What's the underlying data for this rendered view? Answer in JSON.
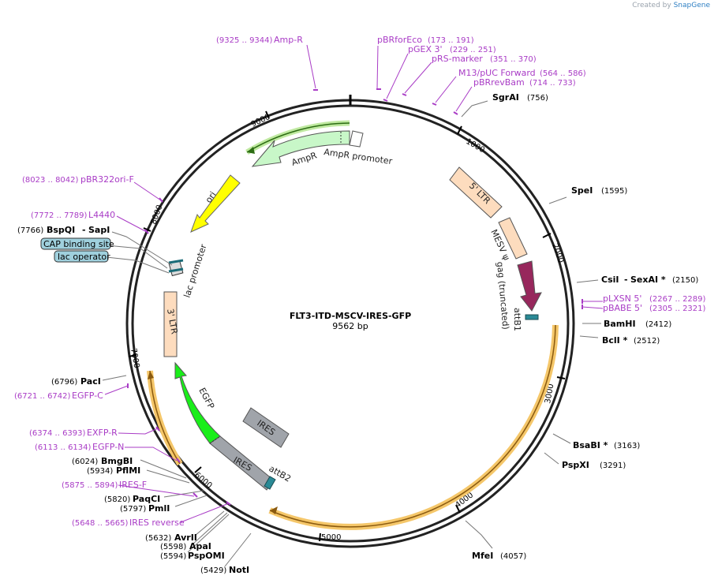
{
  "credit": {
    "prefix": "Created by",
    "brand": "SnapGene"
  },
  "plasmid": {
    "name": "FLT3-ITD-MSCV-IRES-GFP",
    "length_label": "9562 bp"
  },
  "ticks": [
    "1000",
    "2000",
    "3000",
    "4000",
    "5000",
    "6000",
    "7000",
    "8000",
    "9000"
  ],
  "enzymes": [
    {
      "name": "SgrAI",
      "pos": "(756)"
    },
    {
      "name": "SpeI",
      "pos": "(1595)"
    },
    {
      "name": "CsiI",
      "sep": "-",
      "name2": "SexAI *",
      "pos": "(2150)"
    },
    {
      "name": "BamHI",
      "pos": "(2412)"
    },
    {
      "name": "BclI *",
      "pos": "(2512)"
    },
    {
      "name": "BsaBI *",
      "pos": "(3163)"
    },
    {
      "name": "PspXI",
      "pos": "(3291)"
    },
    {
      "name": "MfeI",
      "pos": "(4057)"
    },
    {
      "name": "NotI",
      "pos": "(5429)"
    },
    {
      "name": "PspOMI",
      "pos": "(5594)"
    },
    {
      "name": "ApaI",
      "pos": "(5598)"
    },
    {
      "name": "AvrII",
      "pos": "(5632)"
    },
    {
      "name": "PmlI",
      "pos": "(5797)"
    },
    {
      "name": "PaqCI",
      "pos": "(5820)"
    },
    {
      "name": "PflMI",
      "pos": "(5934)"
    },
    {
      "name": "BmgBI",
      "pos": "(6024)"
    },
    {
      "name": "PacI",
      "pos": "(6796)"
    },
    {
      "name": "BspQI",
      "sep": "-",
      "name2": "SapI",
      "pos": "(7766)"
    }
  ],
  "primers": [
    {
      "name": "Amp-R",
      "pos": "(9325 .. 9344)"
    },
    {
      "name": "pBRforEco",
      "pos": "(173 .. 191)"
    },
    {
      "name": "pGEX 3'",
      "pos": "(229 .. 251)"
    },
    {
      "name": "pRS-marker",
      "pos": "(351 .. 370)"
    },
    {
      "name": "M13/pUC Forward",
      "pos": "(564 .. 586)"
    },
    {
      "name": "pBRrevBam",
      "pos": "(714 .. 733)"
    },
    {
      "name": "pLXSN 5'",
      "pos": "(2267 .. 2289)"
    },
    {
      "name": "pBABE 5'",
      "pos": "(2305 .. 2321)"
    },
    {
      "name": "EGFP-C",
      "pos": "(6721 .. 6742)"
    },
    {
      "name": "EXFP-R",
      "pos": "(6374 .. 6393)"
    },
    {
      "name": "EGFP-N",
      "pos": "(6113 .. 6134)"
    },
    {
      "name": "IRES-F",
      "pos": "(5875 .. 5894)"
    },
    {
      "name": "IRES reverse",
      "pos": "(5648 .. 5665)"
    },
    {
      "name": "pBR322ori-F",
      "pos": "(8023 .. 8042)"
    },
    {
      "name": "L4440",
      "pos": "(7772 .. 7789)"
    }
  ],
  "boxed_features": [
    "CAP binding site",
    "lac operator"
  ],
  "features": {
    "ampr": "AmpR",
    "ampr_promoter": "AmpR promoter",
    "ori": "ori",
    "lac_promoter": "lac promoter",
    "ltr5": "5' LTR",
    "mesv": "MESV ψ",
    "gag": "gag (truncated)",
    "attb1": "attB1",
    "ltr3": "3' LTR",
    "egfp": "EGFP",
    "ires_a": "IRES",
    "ires_b": "IRES",
    "attb2": "attB2"
  },
  "colors": {
    "ampr": "#c8f7c8",
    "ori": "#ffff00",
    "ltr": "#fddcbe",
    "gag": "#97275c",
    "egfp": "#1aee1a",
    "ires": "#a0a4aa",
    "primer": "#a93cc6",
    "highlight": "#f5c76a",
    "boxed": "#9fd0dd"
  }
}
